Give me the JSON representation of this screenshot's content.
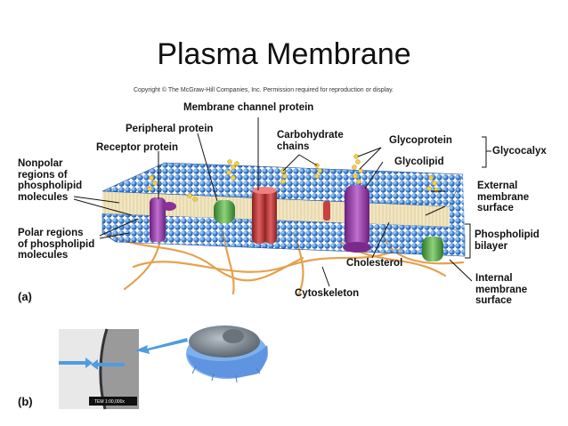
{
  "title": "Plasma Membrane",
  "copyright": "Copyright © The McGraw-Hill Companies, Inc. Permission required for reproduction or display.",
  "panels": {
    "a": "(a)",
    "b": "(b)"
  },
  "labels": {
    "membrane_channel_protein": "Membrane channel protein",
    "peripheral_protein": "Peripheral protein",
    "receptor_protein": "Receptor protein",
    "carbohydrate_chains": "Carbohydrate\nchains",
    "glycoprotein": "Glycoprotein",
    "glycolipid": "Glycolipid",
    "glycocalyx": "Glycocalyx",
    "nonpolar_regions": "Nonpolar\nregions of\nphospholipid\nmolecules",
    "polar_regions": "Polar regions\nof phospholipid\nmolecules",
    "external_surface": "External\nmembrane\nsurface",
    "phospholipid_bilayer": "Phospholipid\nbilayer",
    "cholesterol": "Cholesterol",
    "internal_surface": "Internal\nmembrane\nsurface",
    "cytoskeleton": "Cytoskeleton"
  },
  "micrograph_label": "TEM 1:00,000x",
  "colors": {
    "bilayer_top": "#4f8fd8",
    "bilayer_head": "#2f6fc0",
    "tails": "#e9d9a8",
    "purple_protein": "#9a3fa8",
    "red_channel": "#c83a3a",
    "green_protein": "#5aa54a",
    "carbohydrate": "#e8c84a",
    "cytoskeleton": "#e8a04a"
  }
}
